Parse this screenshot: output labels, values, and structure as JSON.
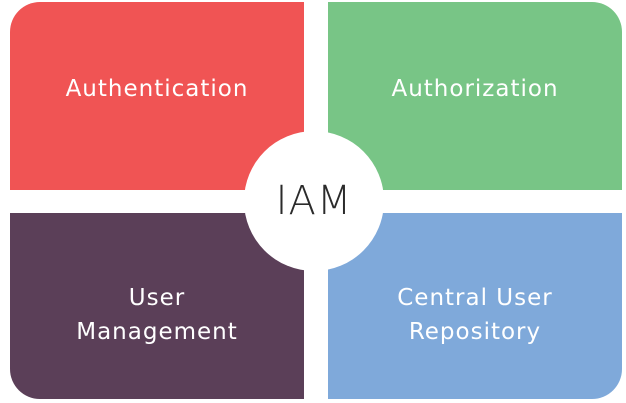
{
  "diagram": {
    "center_label": "IAM",
    "quadrants": {
      "top_left": {
        "lines": [
          "Authentication"
        ],
        "color": "#F05454"
      },
      "top_right": {
        "lines": [
          "Authorization"
        ],
        "color": "#78C586"
      },
      "bottom_left": {
        "lines": [
          "User",
          "Management"
        ],
        "color": "#5B3F58"
      },
      "bottom_right": {
        "lines": [
          "Central User",
          "Repository"
        ],
        "color": "#7FA9DA"
      }
    },
    "center_color": "#FFFFFF"
  }
}
